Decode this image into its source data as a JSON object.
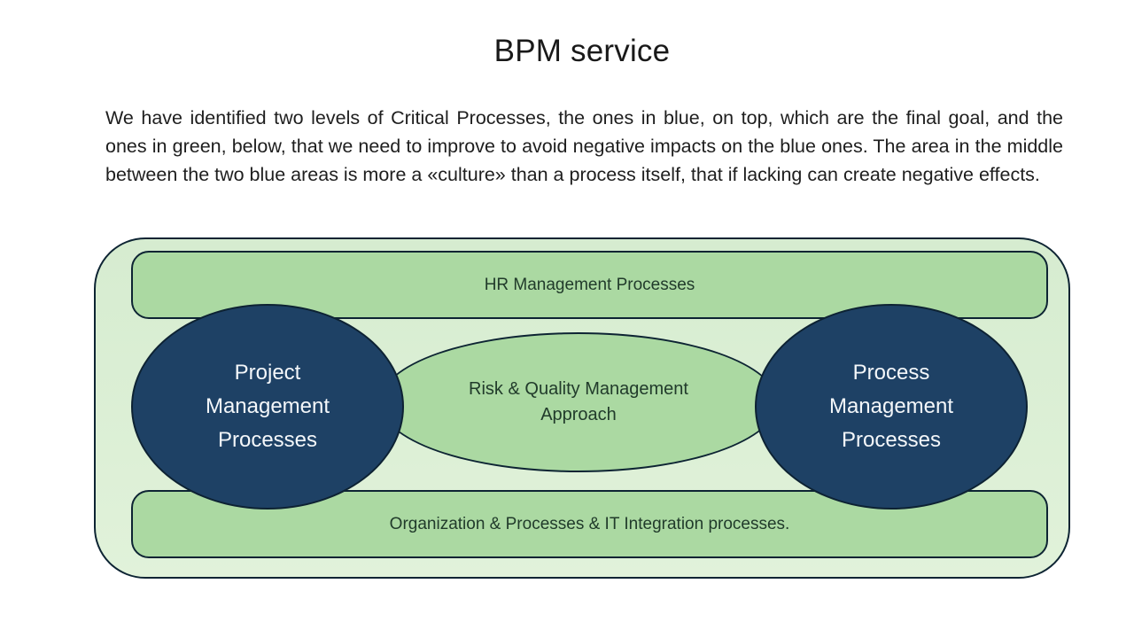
{
  "title": "BPM service",
  "intro": "We have identified two levels of Critical Processes, the ones in blue, on top, which are the final goal, and the ones in green, below, that we need to improve to avoid negative impacts on the blue ones. The area in the middle between the two blue areas is more a «culture» than a process itself, that if lacking can create negative effects.",
  "diagram": {
    "top_bar_label": "HR Management Processes",
    "bottom_bar_label": "Organization & Processes & IT Integration processes.",
    "center_ellipse_label": "Risk & Quality Management Approach",
    "left_ellipse_label": "Project Management Processes",
    "right_ellipse_label": "Process Management Processes",
    "colors": {
      "container_fill": "#daeed4",
      "green_shape_fill": "#abd9a2",
      "shape_stroke": "#0d2433",
      "blue_shape_fill": "#1e4165",
      "green_shape_text": "#213b2b",
      "blue_shape_text": "#f4f7fa",
      "body_text": "#1e1e1e"
    }
  }
}
